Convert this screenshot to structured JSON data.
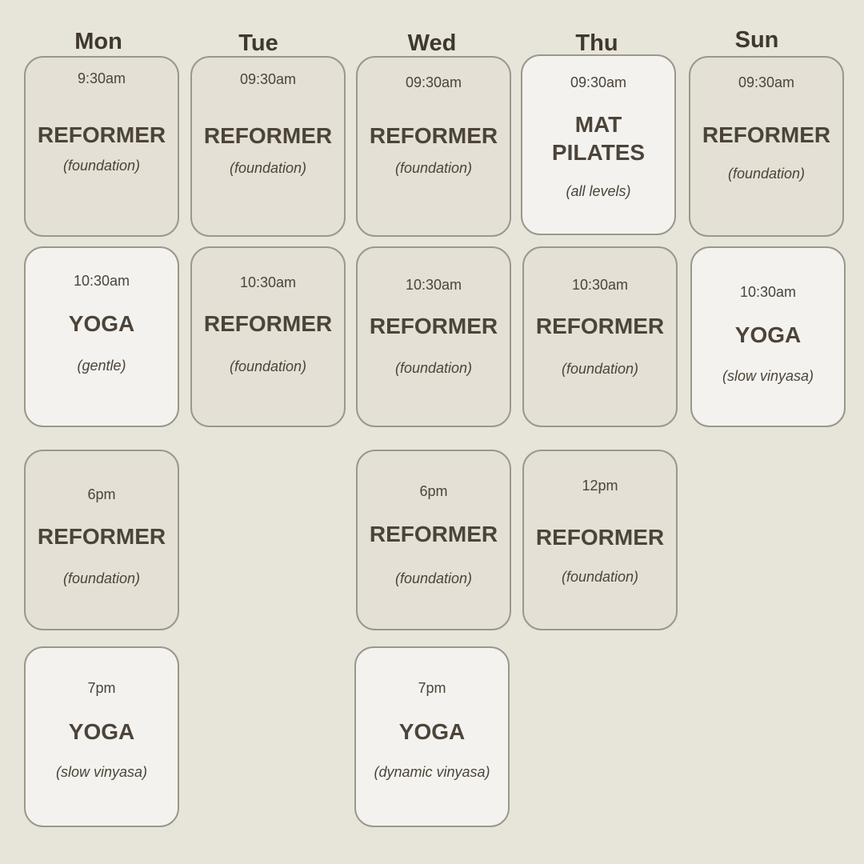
{
  "days": [
    "Mon",
    "Tue",
    "Wed",
    "Thu",
    "Sun"
  ],
  "classes": {
    "mon_930": {
      "time": "9:30am",
      "title": "REFORMER",
      "level": "(foundation)"
    },
    "tue_930": {
      "time": "09:30am",
      "title": "REFORMER",
      "level": "(foundation)"
    },
    "wed_930": {
      "time": "09:30am",
      "title": "REFORMER",
      "level": "(foundation)"
    },
    "thu_930": {
      "time": "09:30am",
      "title": "MAT\nPILATES",
      "level": "(all levels)"
    },
    "sun_930": {
      "time": "09:30am",
      "title": "REFORMER",
      "level": "(foundation)"
    },
    "mon_1030": {
      "time": "10:30am",
      "title": "YOGA",
      "level": "(gentle)"
    },
    "tue_1030": {
      "time": "10:30am",
      "title": "REFORMER",
      "level": "(foundation)"
    },
    "wed_1030": {
      "time": "10:30am",
      "title": "REFORMER",
      "level": "(foundation)"
    },
    "thu_1030": {
      "time": "10:30am",
      "title": "REFORMER",
      "level": "(foundation)"
    },
    "sun_1030": {
      "time": "10:30am",
      "title": "YOGA",
      "level": "(slow vinyasa)"
    },
    "mon_6pm": {
      "time": "6pm",
      "title": "REFORMER",
      "level": "(foundation)"
    },
    "wed_6pm": {
      "time": "6pm",
      "title": "REFORMER",
      "level": "(foundation)"
    },
    "thu_12pm": {
      "time": "12pm",
      "title": "REFORMER",
      "level": "(foundation)"
    },
    "mon_7pm": {
      "time": "7pm",
      "title": "YOGA",
      "level": "(slow vinyasa)"
    },
    "wed_7pm": {
      "time": "7pm",
      "title": "YOGA",
      "level": "(dynamic vinyasa)"
    }
  },
  "colors": {
    "background": "#e7e4d9",
    "reformer_card": "#e4e0d5",
    "yoga_card": "#f3f2ee",
    "border": "#9a978b",
    "text": "#4c4439"
  }
}
